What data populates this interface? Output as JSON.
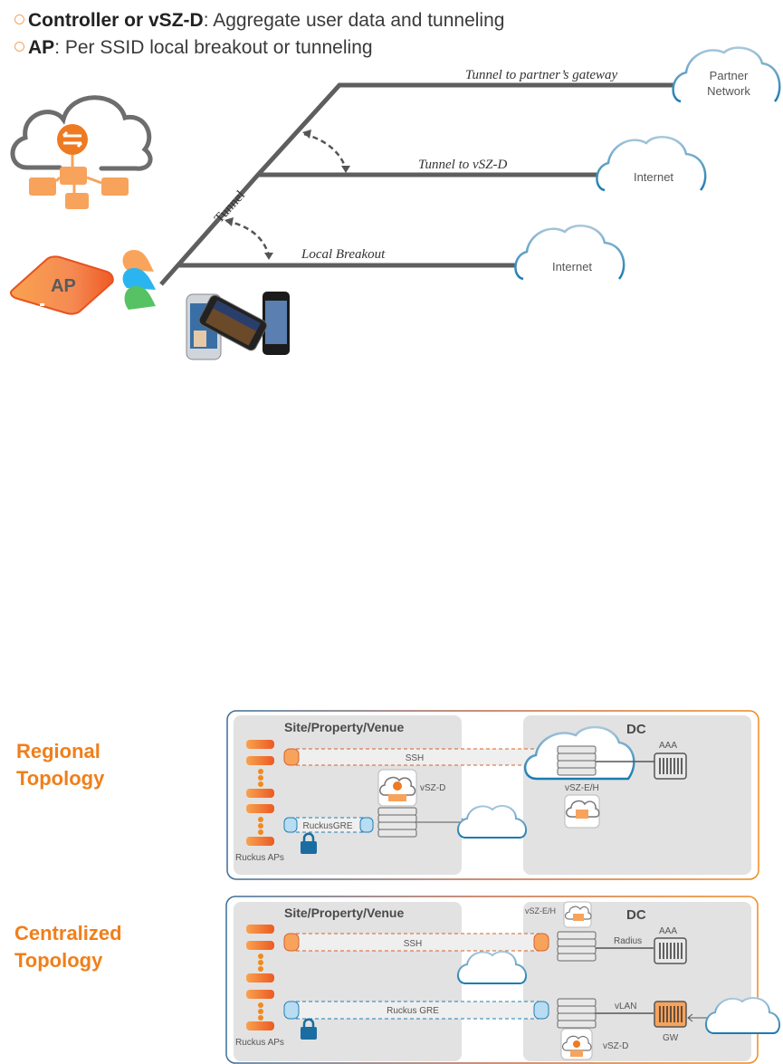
{
  "bullets": [
    {
      "strong": "Controller or vSZ-D",
      "rest": ": Aggregate user data and tunneling"
    },
    {
      "strong": "AP",
      "rest": ": Per SSID local breakout or tunneling"
    }
  ],
  "top_diagram": {
    "tunnel_label": "Tunnel",
    "ap_label": "AP",
    "paths": [
      {
        "label": "Tunnel to partner’s gateway",
        "destination": "Partner Network",
        "destination_lines": [
          "Partner",
          "Network"
        ]
      },
      {
        "label": "Tunnel to vSZ-D",
        "destination": "Internet",
        "destination_lines": [
          "Internet"
        ]
      },
      {
        "label": "Local Breakout",
        "destination": "Internet",
        "destination_lines": [
          "Internet"
        ]
      }
    ],
    "ssid_colors": [
      "#f9a45c",
      "#2bb5f0",
      "#57c264"
    ]
  },
  "regional": {
    "title_lines": [
      "Regional",
      "Topology"
    ],
    "site_label": "Site/Property/Venue",
    "dc_label": "DC",
    "aps_label": "Ruckus APs",
    "ssh_label": "SSH",
    "gre_label": "RuckusGRE",
    "vszd_label": "vSZ-D",
    "vsze_label": "vSZ-E/H",
    "aaa_label": "AAA"
  },
  "centralized": {
    "title_lines": [
      "Centralized",
      "Topology"
    ],
    "site_label": "Site/Property/Venue",
    "dc_label": "DC",
    "aps_label": "Ruckus APs",
    "ssh_label": "SSH",
    "gre_label": "Ruckus GRE",
    "vsze_label": "vSZ-E/H",
    "vszd_label": "vSZ-D",
    "radius_label": "Radius",
    "vlan_label": "vLAN",
    "aaa_label": "AAA",
    "gw_label": "GW"
  },
  "colors": {
    "accent_orange": "#f07f1a",
    "cloud_blue": "#1f7fb4",
    "line_gray": "#5a5a5a",
    "panel_gray": "#e2e2e2"
  }
}
